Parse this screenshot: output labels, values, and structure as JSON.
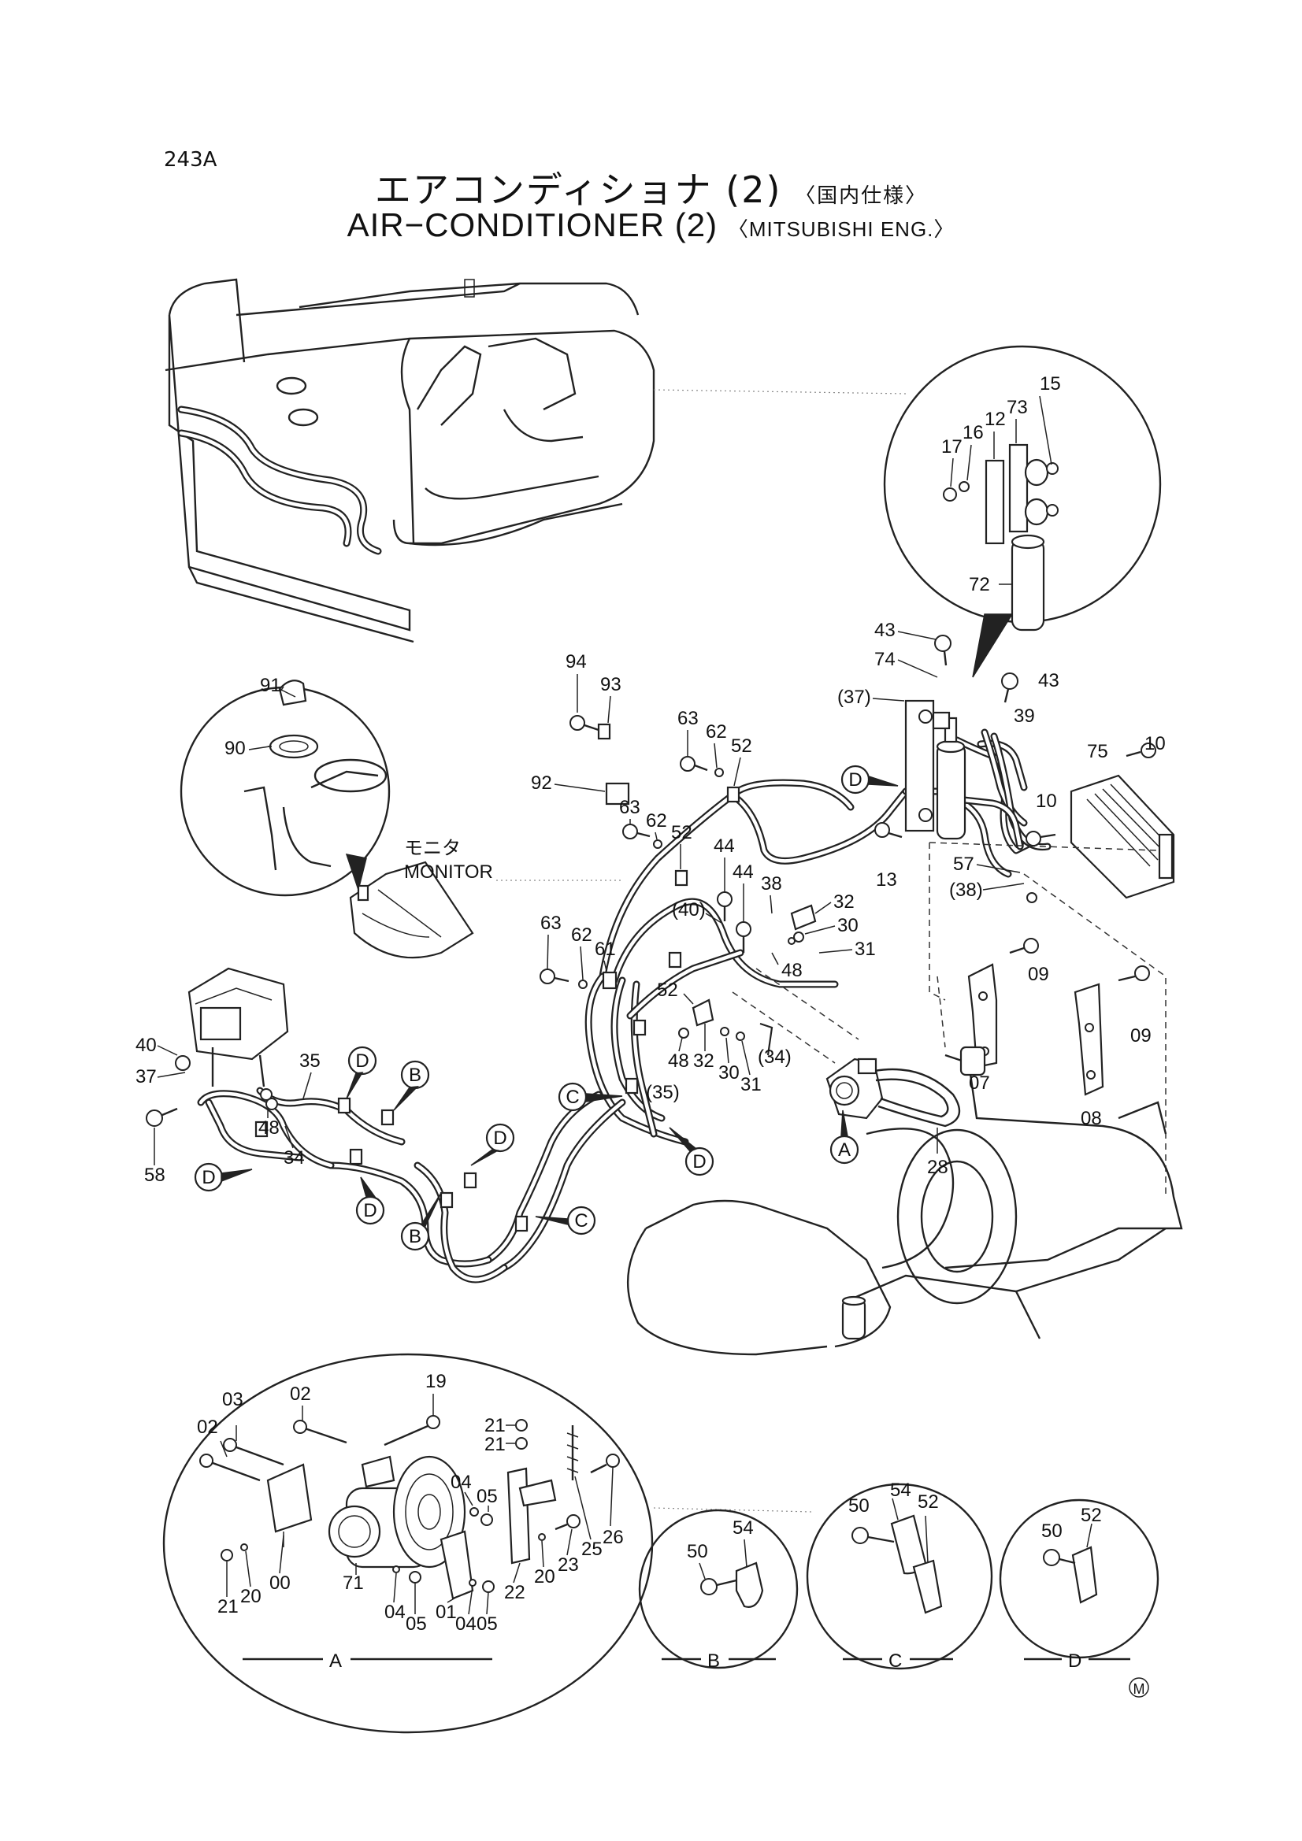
{
  "page_code": "243A",
  "title_jp": "エアコンディショナ (2)",
  "title_jp_sub": "〈国内仕様〉",
  "title_en": "AIR−CONDITIONER (2)",
  "title_en_sub": "〈MITSUBISHI ENG.〉",
  "monitor_jp": "モニタ",
  "monitor_en": "MONITOR",
  "detail_tags": {
    "a": "A",
    "b": "B",
    "c": "C",
    "d": "D"
  },
  "mark": "M",
  "labels": {
    "l15": "15",
    "l73": "73",
    "l12": "12",
    "l16": "16",
    "l17": "17",
    "l72": "72",
    "l43a": "43",
    "l74": "74",
    "l37p": "(37)",
    "l43b": "43",
    "l39": "39",
    "l75": "75",
    "l10a": "10",
    "l10b": "10",
    "l57": "57",
    "l38p": "(38)",
    "l13": "13",
    "l09a": "09",
    "l09b": "09",
    "l07": "07",
    "l08": "08",
    "l28": "28",
    "l94": "94",
    "l93": "93",
    "l92": "92",
    "l63a": "63",
    "l62a": "62",
    "l52a": "52",
    "l63b": "63",
    "l62b": "62",
    "l52b": "52",
    "l44a": "44",
    "l44b": "44",
    "l63c": "63",
    "l62c": "62",
    "l61": "61",
    "l40p": "(40)",
    "l38": "38",
    "l32a": "32",
    "l30a": "30",
    "l31a": "31",
    "l48a": "48",
    "l52c": "52",
    "l48b": "48",
    "l32b": "32",
    "l30b": "30",
    "l31b": "31",
    "l34p": "(34)",
    "l35p": "(35)",
    "l91": "91",
    "l90": "90",
    "l40": "40",
    "l37": "37",
    "l35": "35",
    "l48c": "48",
    "l34": "34",
    "l58": "58",
    "l19": "19",
    "l02a": "02",
    "l03": "03",
    "l02b": "02",
    "l21a": "21",
    "l21b": "21",
    "l04a": "04",
    "l05a": "05",
    "l26": "26",
    "l25": "25",
    "l23": "23",
    "l20a": "20",
    "l22": "22",
    "l21c": "21",
    "l20b": "20",
    "l00": "00",
    "l71": "71",
    "l04b": "04",
    "l05b": "05",
    "l01": "01",
    "l04c": "04",
    "l05c": "05",
    "l50a": "50",
    "l54a": "54",
    "l50b": "50",
    "l54b": "54",
    "l52d": "52",
    "l50c": "50",
    "l52e": "52"
  }
}
